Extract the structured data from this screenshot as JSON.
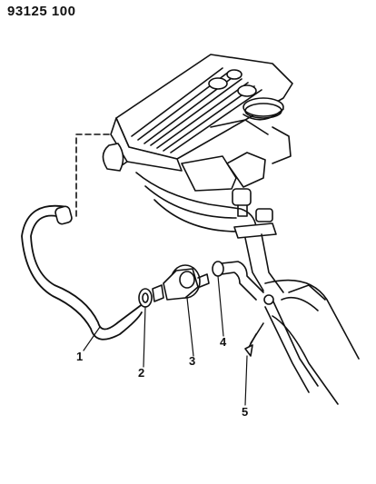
{
  "header": {
    "code": "93125 100"
  },
  "callouts": [
    {
      "id": "1",
      "label": "1"
    },
    {
      "id": "2",
      "label": "2"
    },
    {
      "id": "3",
      "label": "3"
    },
    {
      "id": "4",
      "label": "4"
    },
    {
      "id": "5",
      "label": "5"
    }
  ],
  "colors": {
    "ink": "#111111",
    "paper": "#ffffff"
  }
}
